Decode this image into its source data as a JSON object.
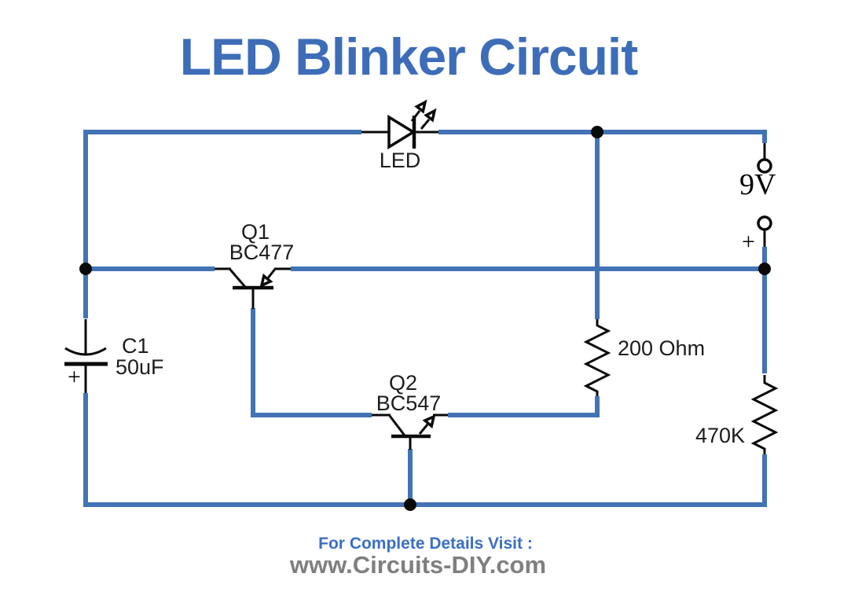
{
  "title": "LED Blinker Circuit",
  "colors": {
    "wire": "#4273b5",
    "component": "#0a0a0a",
    "title": "#3d6db8",
    "footer_blue": "#3b6fc4",
    "footer_gray": "#7f7f7f"
  },
  "components": {
    "led": {
      "label": "LED"
    },
    "q1": {
      "designator": "Q1",
      "part": "BC477"
    },
    "q2": {
      "designator": "Q2",
      "part": "BC547"
    },
    "c1": {
      "designator": "C1",
      "value": "50uF",
      "polarity": "+"
    },
    "r_200": {
      "value": "200 Ohm"
    },
    "r_470k": {
      "value": "470K"
    },
    "battery": {
      "voltage": "9V",
      "polarity": "+"
    }
  },
  "footer": {
    "line1": "For Complete Details Visit :",
    "line2": "www.Circuits-DIY.com"
  }
}
